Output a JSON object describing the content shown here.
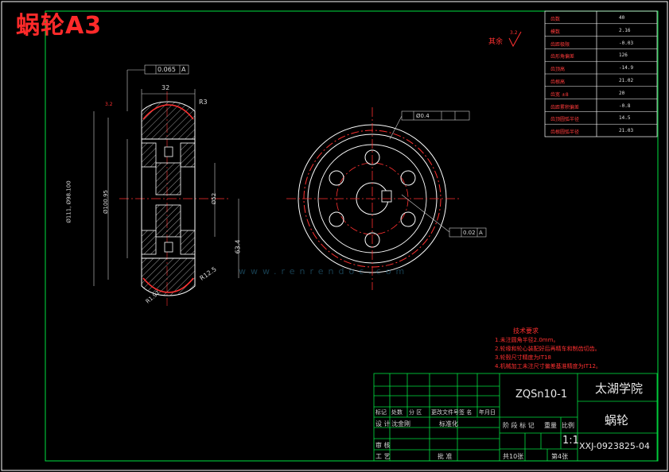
{
  "sheet": {
    "title": "蜗轮A3",
    "surplus_note": "其余",
    "rough_value": "3.2"
  },
  "parameters": [
    {
      "name": "齿数",
      "value": "40"
    },
    {
      "name": "模数",
      "value": "2.16"
    },
    {
      "name": "齿距极限",
      "value": "-0.03"
    },
    {
      "name": "齿形角偏差",
      "value": "126"
    },
    {
      "name": "齿顶高",
      "value": "-14.9"
    },
    {
      "name": "齿根高",
      "value": "21.02"
    },
    {
      "name": "齿宽 ±8",
      "value": "20"
    },
    {
      "name": "齿距累积偏差",
      "value": "-0.8"
    },
    {
      "name": "齿顶圆弧半径",
      "value": "14.5"
    },
    {
      "name": "齿根圆弧半径",
      "value": "21.03"
    }
  ],
  "dimensions": {
    "runout": "0.065",
    "datum_a": "A",
    "width": "32",
    "radius_top": "R3",
    "dia_outer": "Ø111, Ø98.100",
    "dia_mid": "Ø100.95",
    "dia_hub": "Ø52",
    "center_dist": "63.4",
    "radius_tooth": "R12.5",
    "radius_root": "R1.97",
    "position_tol": "Ø0.4",
    "flatness": "0.02",
    "roughness_left": "3.2"
  },
  "technical_requirements": {
    "heading": "技术要求",
    "items": [
      "1.未注圆角半径2.0mm。",
      "2.轮缘和轮心装配好后再精车和制齿切齿。",
      "3.轮毂尺寸精度为IT18",
      "4.机械加工未注尺寸偏差基准精度为IT12。"
    ]
  },
  "title_block": {
    "material": "ZQSn10-1",
    "school": "太湖学院",
    "part_name": "蜗轮",
    "drawing_no": "XXJ-0923825-04",
    "scale": "1:1",
    "sheets_total": "共10张",
    "sheet_no": "第4张",
    "row_headers": [
      "标记",
      "处数",
      "分 区",
      "更改文件号",
      "签 名",
      "年月日"
    ],
    "design": "设 计",
    "design_name": "沈金刚",
    "standardize": "标准化",
    "review": "审 核",
    "process": "工 艺",
    "approve": "批 准",
    "stage_labels": [
      "阶 段 标 记",
      "重量",
      "比例"
    ]
  },
  "watermark": {
    "text": "www.renrendoc.com"
  }
}
